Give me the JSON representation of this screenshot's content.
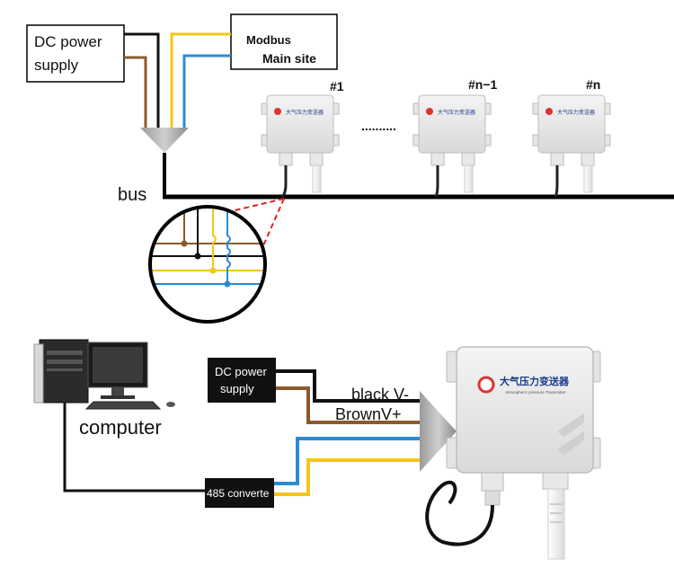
{
  "top": {
    "power_box": {
      "line1": "DC power",
      "line2": "supply"
    },
    "modbus_box": {
      "line1": "Modbus",
      "line2": "Main site"
    },
    "bus_label": "bus",
    "devices": [
      {
        "tag": "#1"
      },
      {
        "tag": "#n−1"
      },
      {
        "tag": "#n"
      }
    ],
    "ellipsis": "..........",
    "device_brand": "大气压力变送器"
  },
  "bottom": {
    "computer_label": "computer",
    "power_box": {
      "line1": "DC power",
      "line2": "supply"
    },
    "converter_label": "485 converte",
    "black_label": "black V-",
    "brown_label": "BrownV+",
    "device_brand": "大气压力变送器",
    "device_sub": "Atmospheric pressure Transmitter"
  },
  "colors": {
    "black_wire": "#111111",
    "brown_wire": "#8b5a2b",
    "yellow_wire": "#f5c518",
    "blue_wire": "#2a8bd6",
    "red_dash": "#e02020",
    "funnel": "#a9a9a9"
  }
}
